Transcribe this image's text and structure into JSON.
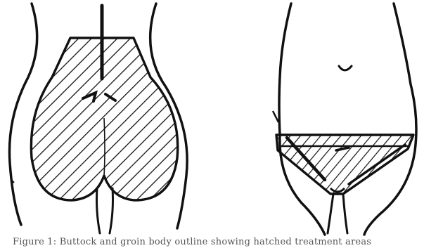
{
  "figure": {
    "caption": "Figure 1: Buttock and groin body outline showing hatched treatment areas",
    "panels": [
      {
        "view": "posterior buttock outline"
      },
      {
        "view": "anterior pubic outline"
      }
    ]
  },
  "colors": {
    "ink": "#111111",
    "background": "#ffffff"
  }
}
